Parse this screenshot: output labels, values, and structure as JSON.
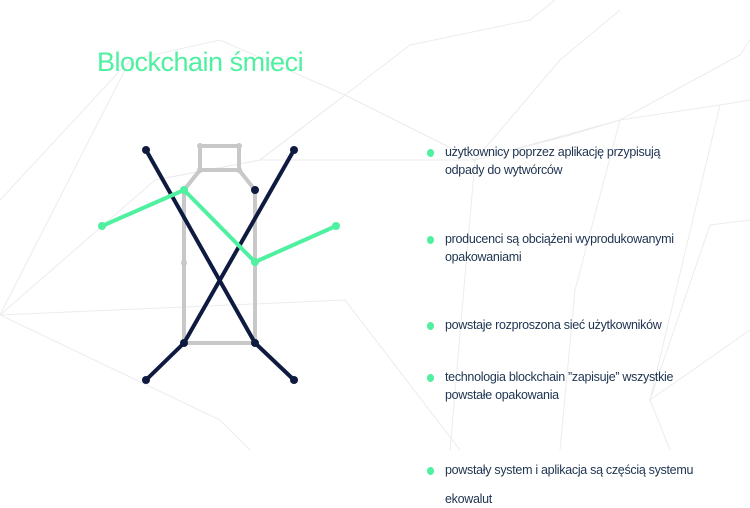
{
  "slide": {
    "title": "Blockchain śmieci",
    "colors": {
      "accent": "#4ff0a0",
      "navy": "#0e1a3f",
      "gray": "#c8c8c8",
      "text": "#1e3350",
      "bg_lines": "#ececec"
    },
    "bullets": [
      {
        "line1": "użytkownicy poprzez aplikację przypisują",
        "line2": "odpady do wytwórców"
      },
      {
        "line1": "producenci są obciążeni wyprodukowanymi",
        "line2": "opakowaniami"
      },
      {
        "line1": "powstaje rozproszona sieć użytkowników",
        "line2": ""
      },
      {
        "line1": "technologia blockchain ”zapisuje” wszystkie",
        "line2": "powstałe opakowania"
      },
      {
        "line1": "powstały system i aplikacja są częścią systemu",
        "line2": "ekowalut"
      }
    ],
    "figure": {
      "icon": "crossed-out-bottle-icon"
    }
  }
}
